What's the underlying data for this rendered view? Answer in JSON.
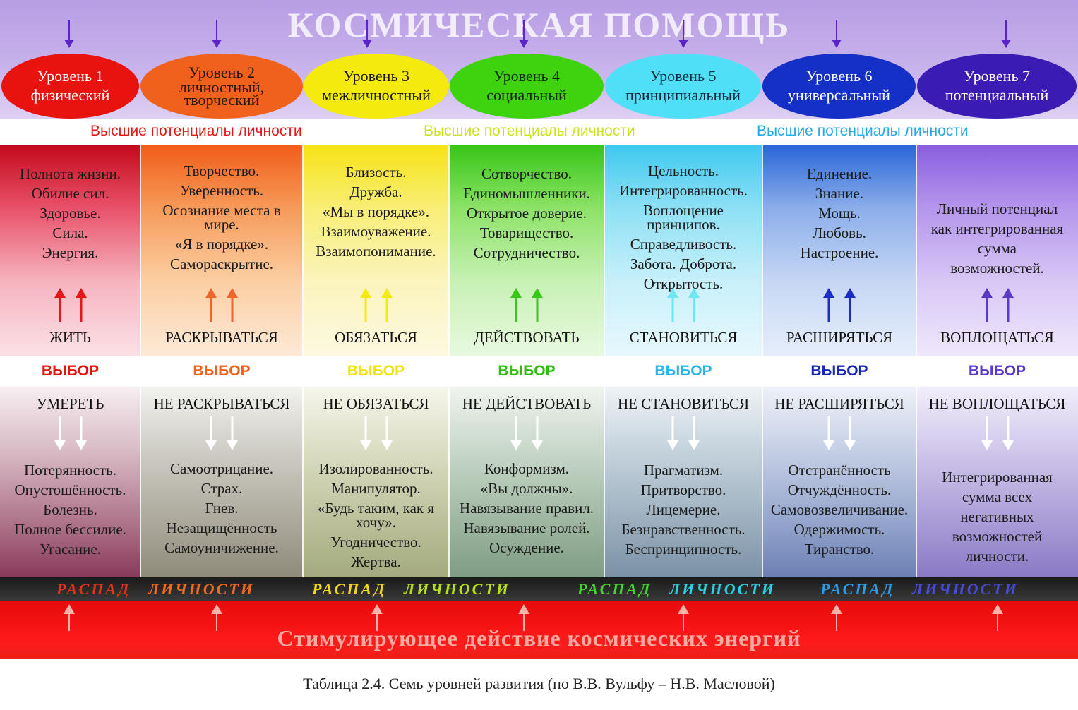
{
  "header_title": "КОСМИЧЕСКАЯ ПОМОЩЬ",
  "potential_labels": [
    {
      "text": "Высшие потенциалы личности",
      "color": "#e21818"
    },
    {
      "text": "Высшие потенциалы личности",
      "color": "#c9e418"
    },
    {
      "text": "Высшие потенциалы личности",
      "color": "#27a8e8"
    }
  ],
  "levels": [
    {
      "line1": "Уровень 1",
      "line2": "физический",
      "text_color": "#ffffff",
      "ellipse_color": "#e8120f",
      "positives": [
        "Полнота жизни.",
        "Обилие сил.",
        "Здоровье.",
        "Сила.",
        "Энергия."
      ],
      "verb": "ЖИТЬ",
      "choice": "ВЫБОР",
      "choice_color": "#e8120f",
      "neg_verb": "УМЕРЕТЬ",
      "negatives": [
        "Потерянность.",
        "Опустошённость.",
        "Болезнь.",
        "Полное бессилие.",
        "Угасание."
      ]
    },
    {
      "line1": "Уровень 2",
      "line2": "личностный, творческий",
      "text_color": "#2a1406",
      "ellipse_color": "#f0621b",
      "positives": [
        "Творчество.",
        "Уверенность.",
        "Осознание места в мире.",
        "«Я в порядке».",
        "Самораскрытие."
      ],
      "verb": "РАСКРЫВАТЬСЯ",
      "choice": "ВЫБОР",
      "choice_color": "#f0621b",
      "neg_verb": "НЕ РАСКРЫВАТЬСЯ",
      "negatives": [
        "Самоотрицание.",
        "Страх.",
        "Гнев.",
        "Незащищённость",
        "Самоуничижение."
      ]
    },
    {
      "line1": "Уровень 3",
      "line2": "межличностный",
      "text_color": "#1a1a00",
      "ellipse_color": "#f4ea0c",
      "positives": [
        "Близость.",
        "Дружба.",
        "«Мы в порядке».",
        "Взаимоуважение.",
        "Взаимопонимание."
      ],
      "verb": "ОБЯЗАТЬСЯ",
      "choice": "ВЫБОР",
      "choice_color": "#f1e40c",
      "neg_verb": "НЕ ОБЯЗАТЬСЯ",
      "negatives": [
        "Изолированность.",
        "Манипулятор.",
        "«Будь таким, как я хочу».",
        "Угодничество.",
        "Жертва."
      ]
    },
    {
      "line1": "Уровень 4",
      "line2": "социальный",
      "text_color": "#0a2a00",
      "ellipse_color": "#3fd20f",
      "positives": [
        "Сотворчество.",
        "Единомышленники.",
        "Открытое доверие.",
        "Товарищество.",
        "Сотрудничество."
      ],
      "verb": "ДЕЙСТВОВАТЬ",
      "choice": "ВЫБОР",
      "choice_color": "#2fbe10",
      "neg_verb": "НЕ ДЕЙСТВОВАТЬ",
      "negatives": [
        "Конформизм.",
        "«Вы должны».",
        "Навязывание правил.",
        "Навязывание ролей.",
        "Осуждение."
      ]
    },
    {
      "line1": "Уровень 5",
      "line2": "принципиальный",
      "text_color": "#082a3a",
      "ellipse_color": "#4fe0f7",
      "positives": [
        "Цельность.",
        "Интегрированность.",
        "Воплощение принципов.",
        "Справедливость.",
        "Забота. Доброта.",
        "Открытость."
      ],
      "verb": "СТАНОВИТЬСЯ",
      "choice": "ВЫБОР",
      "choice_color": "#2bb5ea",
      "neg_verb": "НЕ СТАНОВИТЬСЯ",
      "negatives": [
        "Прагматизм.",
        "Притворство.",
        "Лицемерие.",
        "Безнравственность.",
        "Беспринципность."
      ]
    },
    {
      "line1": "Уровень 6",
      "line2": "универсальный",
      "text_color": "#ffffff",
      "ellipse_color": "#1530c6",
      "positives": [
        "Единение.",
        "Знание.",
        "Мощь.",
        "Любовь.",
        "Настроение."
      ],
      "verb": "РАСШИРЯТЬСЯ",
      "choice": "ВЫБОР",
      "choice_color": "#1826b8",
      "neg_verb": "НЕ РАСШИРЯТЬСЯ",
      "negatives": [
        "Отстранённость",
        "Отчуждённость.",
        "Самовозвеличивание.",
        "Одержимость.",
        "Тиранство."
      ]
    },
    {
      "line1": "Уровень 7",
      "line2": "потенциальный",
      "text_color": "#ffffff",
      "ellipse_color": "#3a1bb4",
      "positives": [
        "Личный потенциал",
        "как интегрированная",
        "сумма",
        "возможностей."
      ],
      "verb": "ВОПЛОЩАТЬСЯ",
      "choice": "ВЫБОР",
      "choice_color": "#5a3ac9",
      "neg_verb": "НЕ ВОПЛОЩАТЬСЯ",
      "negatives": [
        "Интегрированная",
        "сумма всех",
        "негативных",
        "возможностей",
        "личности."
      ]
    }
  ],
  "decay_words": [
    {
      "text": "РАСПАД",
      "color": "#e2331a"
    },
    {
      "text": "ЛИЧНОСТИ",
      "color": "#f26a1f"
    },
    {
      "text": "РАСПАД",
      "color": "#f2d61a"
    },
    {
      "text": "ЛИЧНОСТИ",
      "color": "#b8e01a"
    },
    {
      "text": "РАСПАД",
      "color": "#3fd62a"
    },
    {
      "text": "ЛИЧНОСТИ",
      "color": "#2bd0e2"
    },
    {
      "text": "РАСПАД",
      "color": "#2a9ce8"
    },
    {
      "text": "ЛИЧНОСТИ",
      "color": "#4a4ad8"
    }
  ],
  "bottom_title": "Стимулирующее действие космических энергий",
  "caption": "Таблица 2.4. Семь уровней развития (по В.В. Вульфу – Н.В. Масловой)",
  "colors": {
    "top_arrow": "#5a24c8",
    "bottom_arrow": "#ffb3a8"
  }
}
